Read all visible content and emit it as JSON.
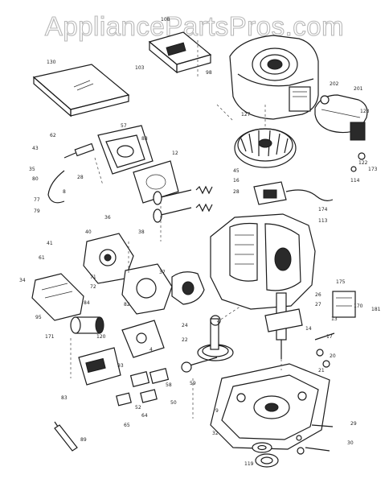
{
  "watermark": "AppliancePartsPros.com",
  "labels": {
    "l108": "108",
    "l130": "130",
    "l103": "103",
    "l98": "98",
    "l202": "202",
    "l201": "201",
    "l123": "123",
    "l122": "122",
    "l127": "127",
    "l114": "114",
    "l173": "173",
    "l174": "174",
    "l4": "4",
    "l57": "57",
    "l88": "88",
    "l62": "62",
    "l35": "35",
    "l43": "43",
    "l77": "77",
    "l79": "79",
    "l28": "28",
    "l12": "12",
    "l16": "16",
    "l28b": "28",
    "l45": "45",
    "l113": "113",
    "l34": "34",
    "l41": "41",
    "l175": "175",
    "l171": "171",
    "l120": "120",
    "l95": "95",
    "l84": "84",
    "l13": "13",
    "l170": "170",
    "l22": "22",
    "l24": "24",
    "l29": "29",
    "l30": "30",
    "l32": "32",
    "l119": "119",
    "l83": "83",
    "l89": "89",
    "l65": "65",
    "l64": "64",
    "l93": "93",
    "l8": "8",
    "l40": "40",
    "l38": "38",
    "l36": "36",
    "l72": "72",
    "l71": "71",
    "l26": "26",
    "l27": "27",
    "l37": "37",
    "l50": "50",
    "l52": "52",
    "l58": "58",
    "l14": "14",
    "l17": "17",
    "l21": "21",
    "l20": "20",
    "l181": "181",
    "l9": "9",
    "l59": "59",
    "l82": "82",
    "l61": "61",
    "l80": "80"
  }
}
